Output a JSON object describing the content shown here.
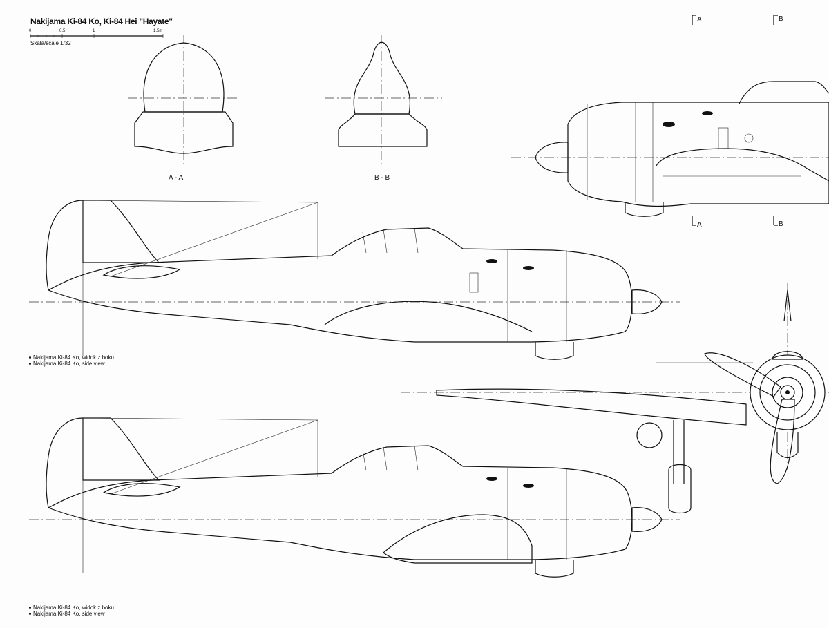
{
  "title": "Nakijama Ki-84 Ko, Ki-84 Hei \"Hayate\"",
  "scale": {
    "ticks": [
      "0",
      "0,5",
      "1",
      "1,5m"
    ],
    "label": "Skala/scale 1/32"
  },
  "sections": {
    "aa_label": "A - A",
    "bb_label": "B - B"
  },
  "markers": {
    "a_top": "A",
    "b_top": "B",
    "a_bottom": "A",
    "b_bottom": "B"
  },
  "captions": {
    "upper_pl": "Nakijama Ki-84 Ko, widok z boku",
    "upper_en": "Nakijama Ki-84 Ko, side view",
    "lower_pl": "Nakijama Ki-84 Ko, widok z boku",
    "lower_en": "Nakijama Ki-84 Ko, side view"
  }
}
